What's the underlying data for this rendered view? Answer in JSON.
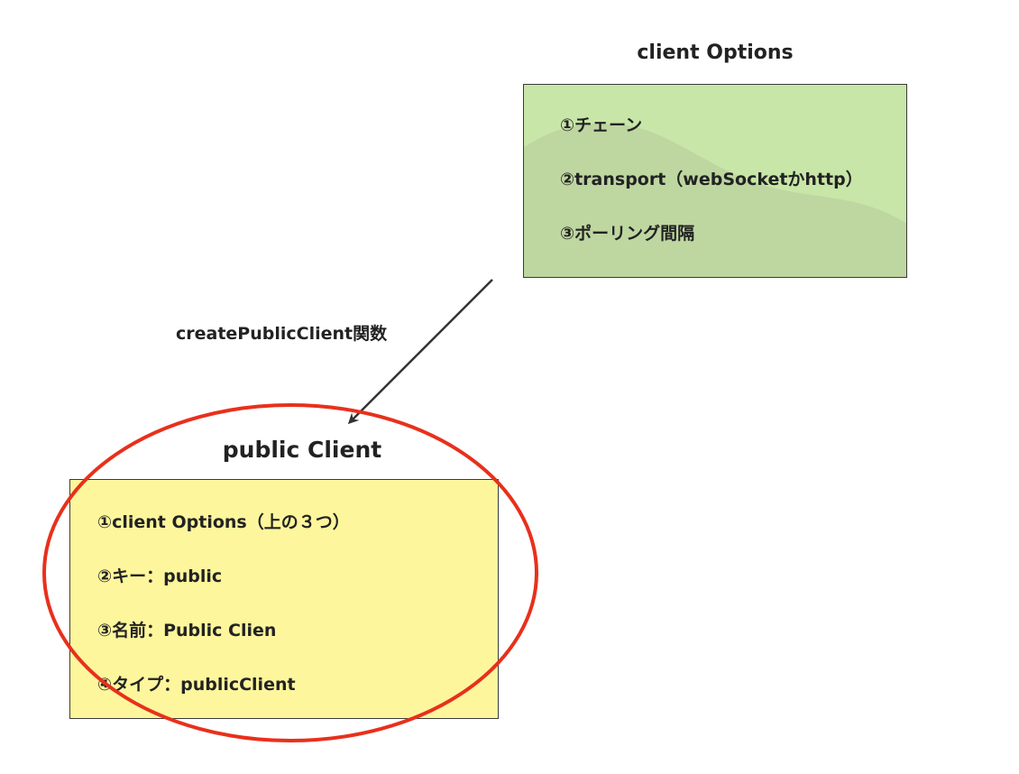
{
  "client_options": {
    "title": "client Options",
    "items": [
      "①チェーン",
      "②transport（webSocketかhttp）",
      "③ポーリング間隔"
    ],
    "fill_color": "#c8e6a8"
  },
  "edge": {
    "label": "createPublicClient関数"
  },
  "public_client": {
    "title": "public Client",
    "items": [
      "①client Options（上の３つ）",
      "②キー：public",
      "③名前：Public Clien",
      "④タイプ：publicClient"
    ],
    "fill_color": "#fdf69c"
  },
  "highlight": {
    "color": "#e8301c"
  }
}
